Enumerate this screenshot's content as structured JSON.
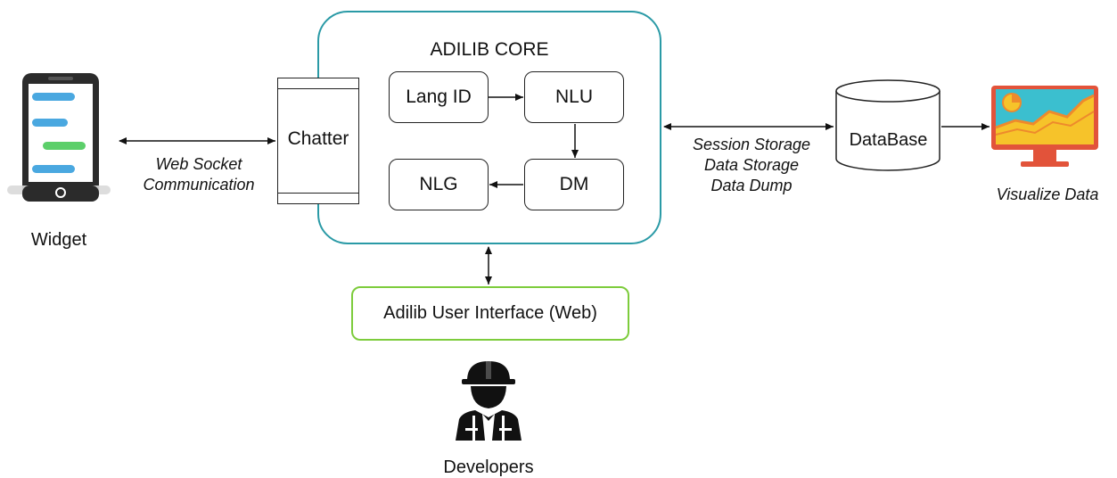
{
  "core": {
    "title": "ADILIB CORE"
  },
  "modules": {
    "lang_id": "Lang ID",
    "nlu": "NLU",
    "dm": "DM",
    "nlg": "NLG"
  },
  "chatter": {
    "label": "Chatter"
  },
  "widget": {
    "label": "Widget"
  },
  "websocket": {
    "line1": "Web Socket",
    "line2": "Communication"
  },
  "storage": {
    "line1": "Session Storage",
    "line2": "Data Storage",
    "line3": "Data Dump"
  },
  "database": {
    "label": "DataBase"
  },
  "visualize": {
    "label": "Visualize Data"
  },
  "user_interface": {
    "label": "Adilib User Interface (Web)"
  },
  "developers": {
    "label": "Developers"
  },
  "colors": {
    "core_border": "#2a9aa6",
    "ui_border": "#7dcc3c",
    "chat_blue": "#4aa8e0",
    "chat_green": "#5ccf6a",
    "monitor_frame": "#e2533a",
    "monitor_screen": "#3bbfcf",
    "chart_yellow": "#f6c32a",
    "chart_orange": "#ee8a2c"
  }
}
